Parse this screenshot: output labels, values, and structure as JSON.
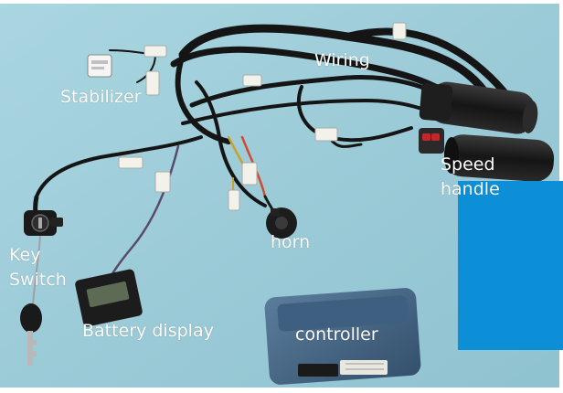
{
  "labels": {
    "stabilizer": "Stabilizer",
    "wiring": "Wiring",
    "speed_handle_line1": "Speed",
    "speed_handle_line2": "handle",
    "horn": "horn",
    "key_switch_line1": "Key",
    "key_switch_line2": "Switch",
    "battery_display": "Battery display",
    "controller": "controller"
  },
  "colors": {
    "background": "#9fcfdb",
    "label_text": "#ffffff",
    "blue_block": "#0d8fd8",
    "wire": "#1a1a1a",
    "controller_body": "#4a6a8a",
    "grip_red": "#c0282a"
  }
}
